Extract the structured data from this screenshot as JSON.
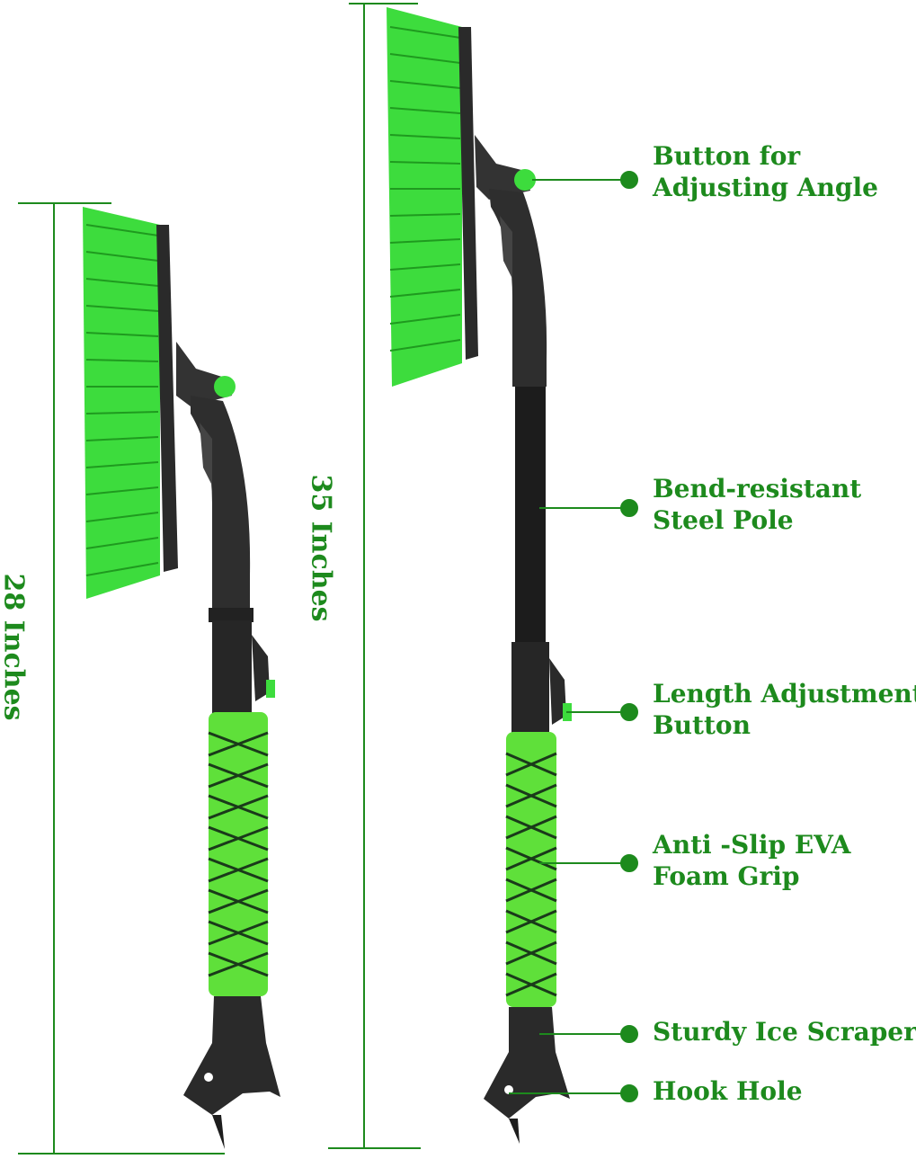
{
  "dimensions": {
    "short": "28 Inches",
    "long": "35 Inches"
  },
  "callouts": [
    {
      "line1": "Button for",
      "line2": "Adjusting Angle"
    },
    {
      "line1": "Bend-resistant",
      "line2": "Steel Pole"
    },
    {
      "line1": "Length Adjustment",
      "line2": "Button"
    },
    {
      "line1": "Anti -Slip EVA",
      "line2": "Foam Grip"
    },
    {
      "line1": "Sturdy Ice Scraper",
      "line2": ""
    },
    {
      "line1": "Hook Hole",
      "line2": ""
    }
  ],
  "colors": {
    "accent_green": "#1d8a1d",
    "bristle_green": "#3ddc3d",
    "grip_green": "#5fe03a",
    "body_black": "#2a2a2a"
  }
}
